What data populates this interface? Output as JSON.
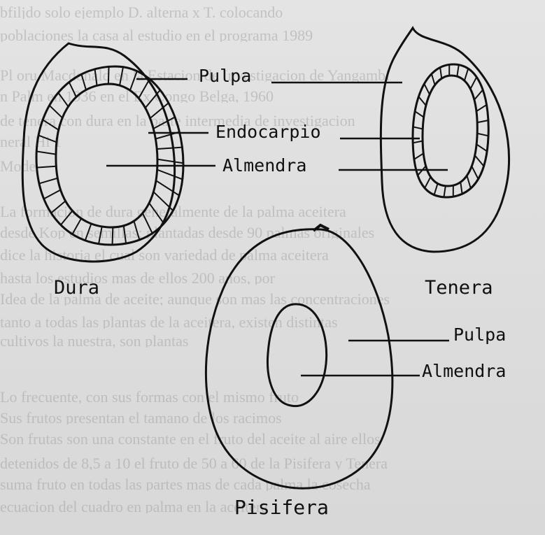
{
  "labels": {
    "pulpa_dura": "Pulpa",
    "endocarpio": "Endocarpio",
    "almendra_dura": "Almendra",
    "dura": "Dura",
    "tenera": "Tenera",
    "pulpa_pisifera": "Pulpa",
    "almendra_pisifera": "Almendra",
    "pisifera": "Pisifera"
  },
  "background_text": [
    "bfiljdo solo ejemplo D. alterna x T. colocando",
    "poblaciones la casa al estudio en el programa 1989",
    "Pl oru Macdonald en la Estacion de Investigacion de Yangambi",
    "n Palm en 1936 en el Ex Congo Belga, 1960",
    "de tenera con dura en la parte intermedia de investigacion",
    "neral  Hi 1",
    "Mode                                            ",
    "La formacion de dura generalmente de la palma aceitera",
    "desde Kop en semillas; plantadas desde 90 palmas originales",
    "dice la historia el cual son variedad de palma aceitera",
    "hasta los estudios mas de ellos 200 anos, por",
    "Idea de la palma de aceite; aunque son mas las concentraciones",
    "tanto a todas las plantas de la aceitera, existen distintas",
    "cultivos la nuestra, son plantas",
    "Lo frecuente, con sus formas con el mismo fruto",
    "Sus frutos presentan el tamano de los racimos",
    "Son frutas son una constante en el fruto del aceite  al aire ellos",
    "detenidos de 8,5 a 10 el fruto de 50 a 60 de la Pisifera y Tenera",
    "suma fruto en todas las partes mas de cada palma la cosecha",
    "ecuacion del cuadro en palma en la aceitera"
  ]
}
